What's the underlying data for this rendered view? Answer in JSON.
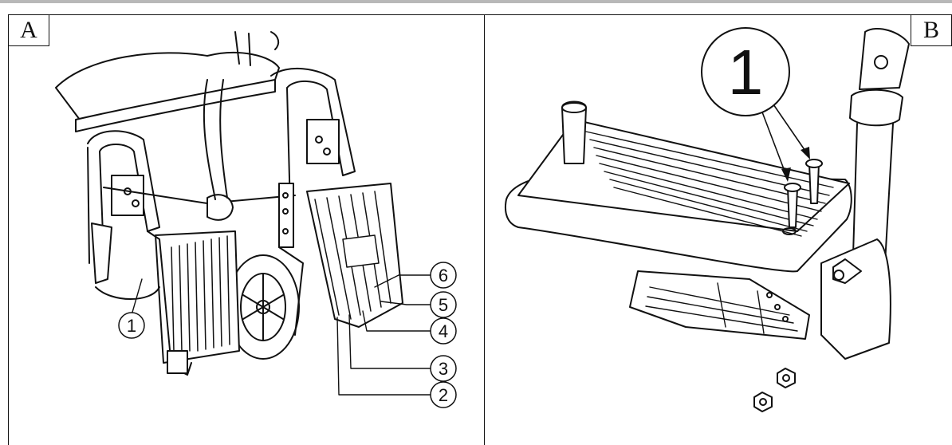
{
  "panels": {
    "a": {
      "label": "A"
    },
    "b": {
      "label": "B"
    }
  },
  "callouts_a": [
    "1",
    "6",
    "5",
    "4",
    "3",
    "2"
  ],
  "callouts_b": [
    "1"
  ]
}
